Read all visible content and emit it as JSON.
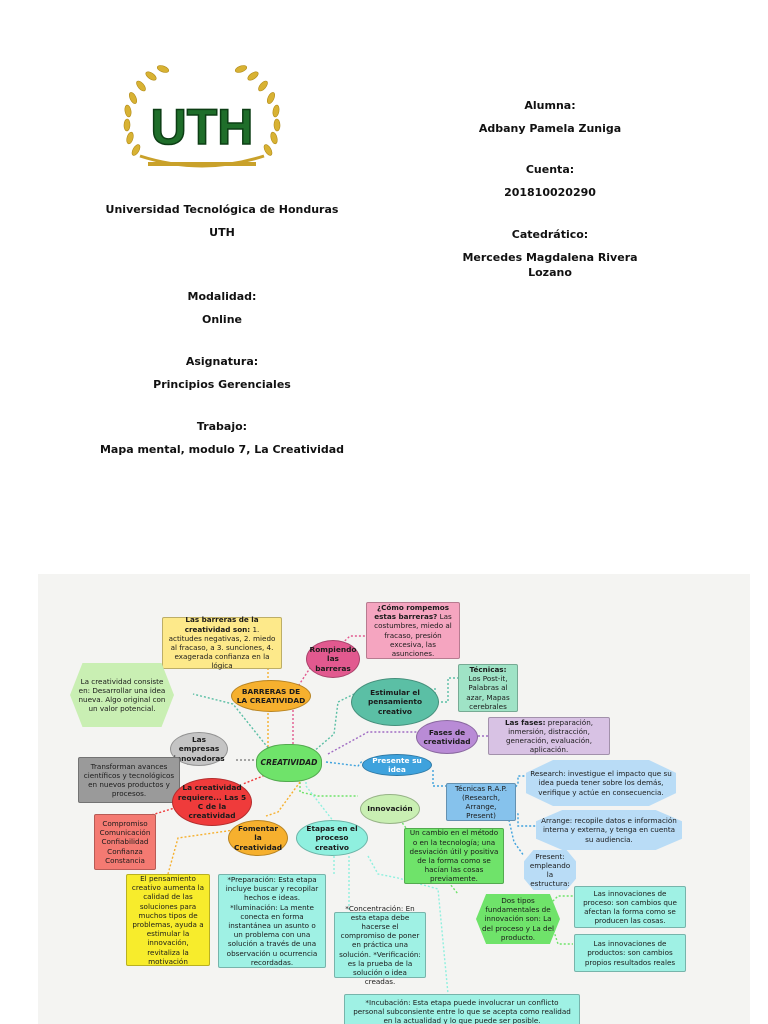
{
  "cover": {
    "left": {
      "university": "Universidad Tecnológica de Honduras",
      "university_short": "UTH",
      "modalidad_label": "Modalidad:",
      "modalidad": "Online",
      "asignatura_label": "Asignatura:",
      "asignatura": "Principios Gerenciales",
      "trabajo_label": "Trabajo:",
      "trabajo": "Mapa mental, modulo 7, La Creatividad"
    },
    "right": {
      "alumna_label": "Alumna:",
      "alumna": "Adbany Pamela Zuniga",
      "cuenta_label": "Cuenta:",
      "cuenta": "201810020290",
      "catedratico_label": "Catedrático:",
      "catedratico": "Mercedes Magdalena Rivera Lozano"
    },
    "logo_text": "UTH"
  },
  "map": {
    "center": "CREATIVIDAD",
    "barreras_title": "BARRERAS DE LA CREATIVIDAD",
    "barreras_desc_title": "Las barreras de la creatividad son:",
    "barreras_desc": "1. actitudes negativas, 2. miedo al fracaso, a 3. sunciones, 4. exagerada confianza en la lógica",
    "rompiendo": "Rompiendo las barreras",
    "como_title": "¿Cómo rompemos estas barreras?",
    "como_desc": "Las costumbres, miedo al fracaso, presión excesiva, las asunciones.",
    "consiste": "La creatividad consiste en: Desarrollar una idea nueva. Algo original con un valor potencial.",
    "estimular": "Estimular el pensamiento creativo",
    "tecnicas_title": "Técnicas:",
    "tecnicas_desc": "Los Post-it, Palabras al azar, Mapas cerebrales",
    "fases": "Fases de creatividad",
    "fases_desc_title": "Las fases:",
    "fases_desc": "preparación, inmersión, distracción, generación, evaluación, aplicación.",
    "empresas": "Las empresas innovadoras",
    "transforman": "Transforman avances científicos y tecnológicos en nuevos productos y procesos.",
    "presente": "Presente su idea",
    "rap": "Técnicas R.A.P. (Research, Arrange, Present)",
    "research": "Research: investigue el impacto que su idea pueda tener sobre los demás, verifique y actúe en consecuencia.",
    "arrange": "Arrange: recopile datos e información interna y externa, y tenga en cuenta su audiencia.",
    "present": "Present: empleando la estructura:",
    "requiere": "La creatividad requiere... Las 5 C de la creatividad",
    "cinco_c": [
      "Compromiso",
      "Comunicación",
      "Confiabilidad",
      "Confianza",
      "Constancia"
    ],
    "innovacion": "Innovación",
    "cambio": "Un cambio en el método o en la tecnología; una desviación útil y positiva de la forma como se hacían las cosas previamente.",
    "fomentar": "Fomentar la Creatividad",
    "etapas": "Etapas en el proceso creativo",
    "pensamiento": "El pensamiento creativo aumenta la calidad de las soluciones para muchos tipos de problemas, ayuda a estimular la innovación, revitaliza la motivación",
    "preparacion": "*Preparación: Esta etapa incluye buscar y recopilar hechos e ideas. *Iluminación: La mente conecta en forma instantánea un asunto o un problema con una solución a través de una observación u ocurrencia recordadas.",
    "concentracion": "*Concentración: En esta etapa debe hacerse el compromiso de poner en práctica una solución. *Verificación: es la prueba de la solución o idea creadas.",
    "dos_tipos": "Dos tipos fundamentales de innovación son: La del proceso y La del producto.",
    "innov_proceso": "Las innovaciones de proceso: son cambios que afectan la forma como se producen las cosas.",
    "innov_productos": "Las innovaciones de productos: son cambios propios resultados reales",
    "incubacion": "*Incubación: Esta etapa puede involucrar un conflicto personal subconsiente entre lo que se acepta como realidad en la actualidad y lo que puede ser posible."
  },
  "colors": {
    "yellow": "#fde98a",
    "orange": "#f6b02e",
    "pink": "#e2598f",
    "rose": "#f5a5c0",
    "lightgreen": "#c9efb3",
    "teal": "#5bbfa5",
    "mint": "#9fe3c6",
    "purple": "#b98bd6",
    "lavender": "#d8c2e4",
    "gray": "#9a9a9a",
    "lightgray": "#c4c4c4",
    "blue": "#3ea2dd",
    "lightblue": "#b9dcf6",
    "red": "#ef3b3b",
    "salmon": "#f47a72",
    "green": "#6fe36a",
    "cyan": "#8ff0df"
  }
}
